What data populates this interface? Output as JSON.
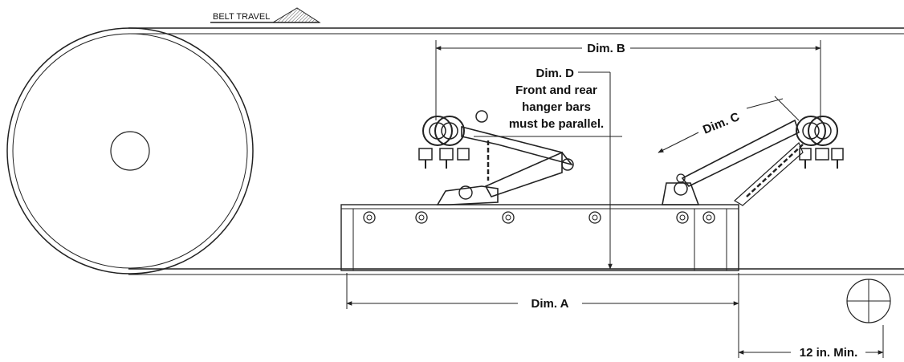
{
  "belt_travel_label": "BELT TRAVEL",
  "dim_a": "Dim. A",
  "dim_b": "Dim. B",
  "dim_c": "Dim. C",
  "dim_d": "Dim. D",
  "note_lines": [
    "Front and rear",
    "hanger bars",
    "must be parallel."
  ],
  "min_clearance": "12 in. Min."
}
